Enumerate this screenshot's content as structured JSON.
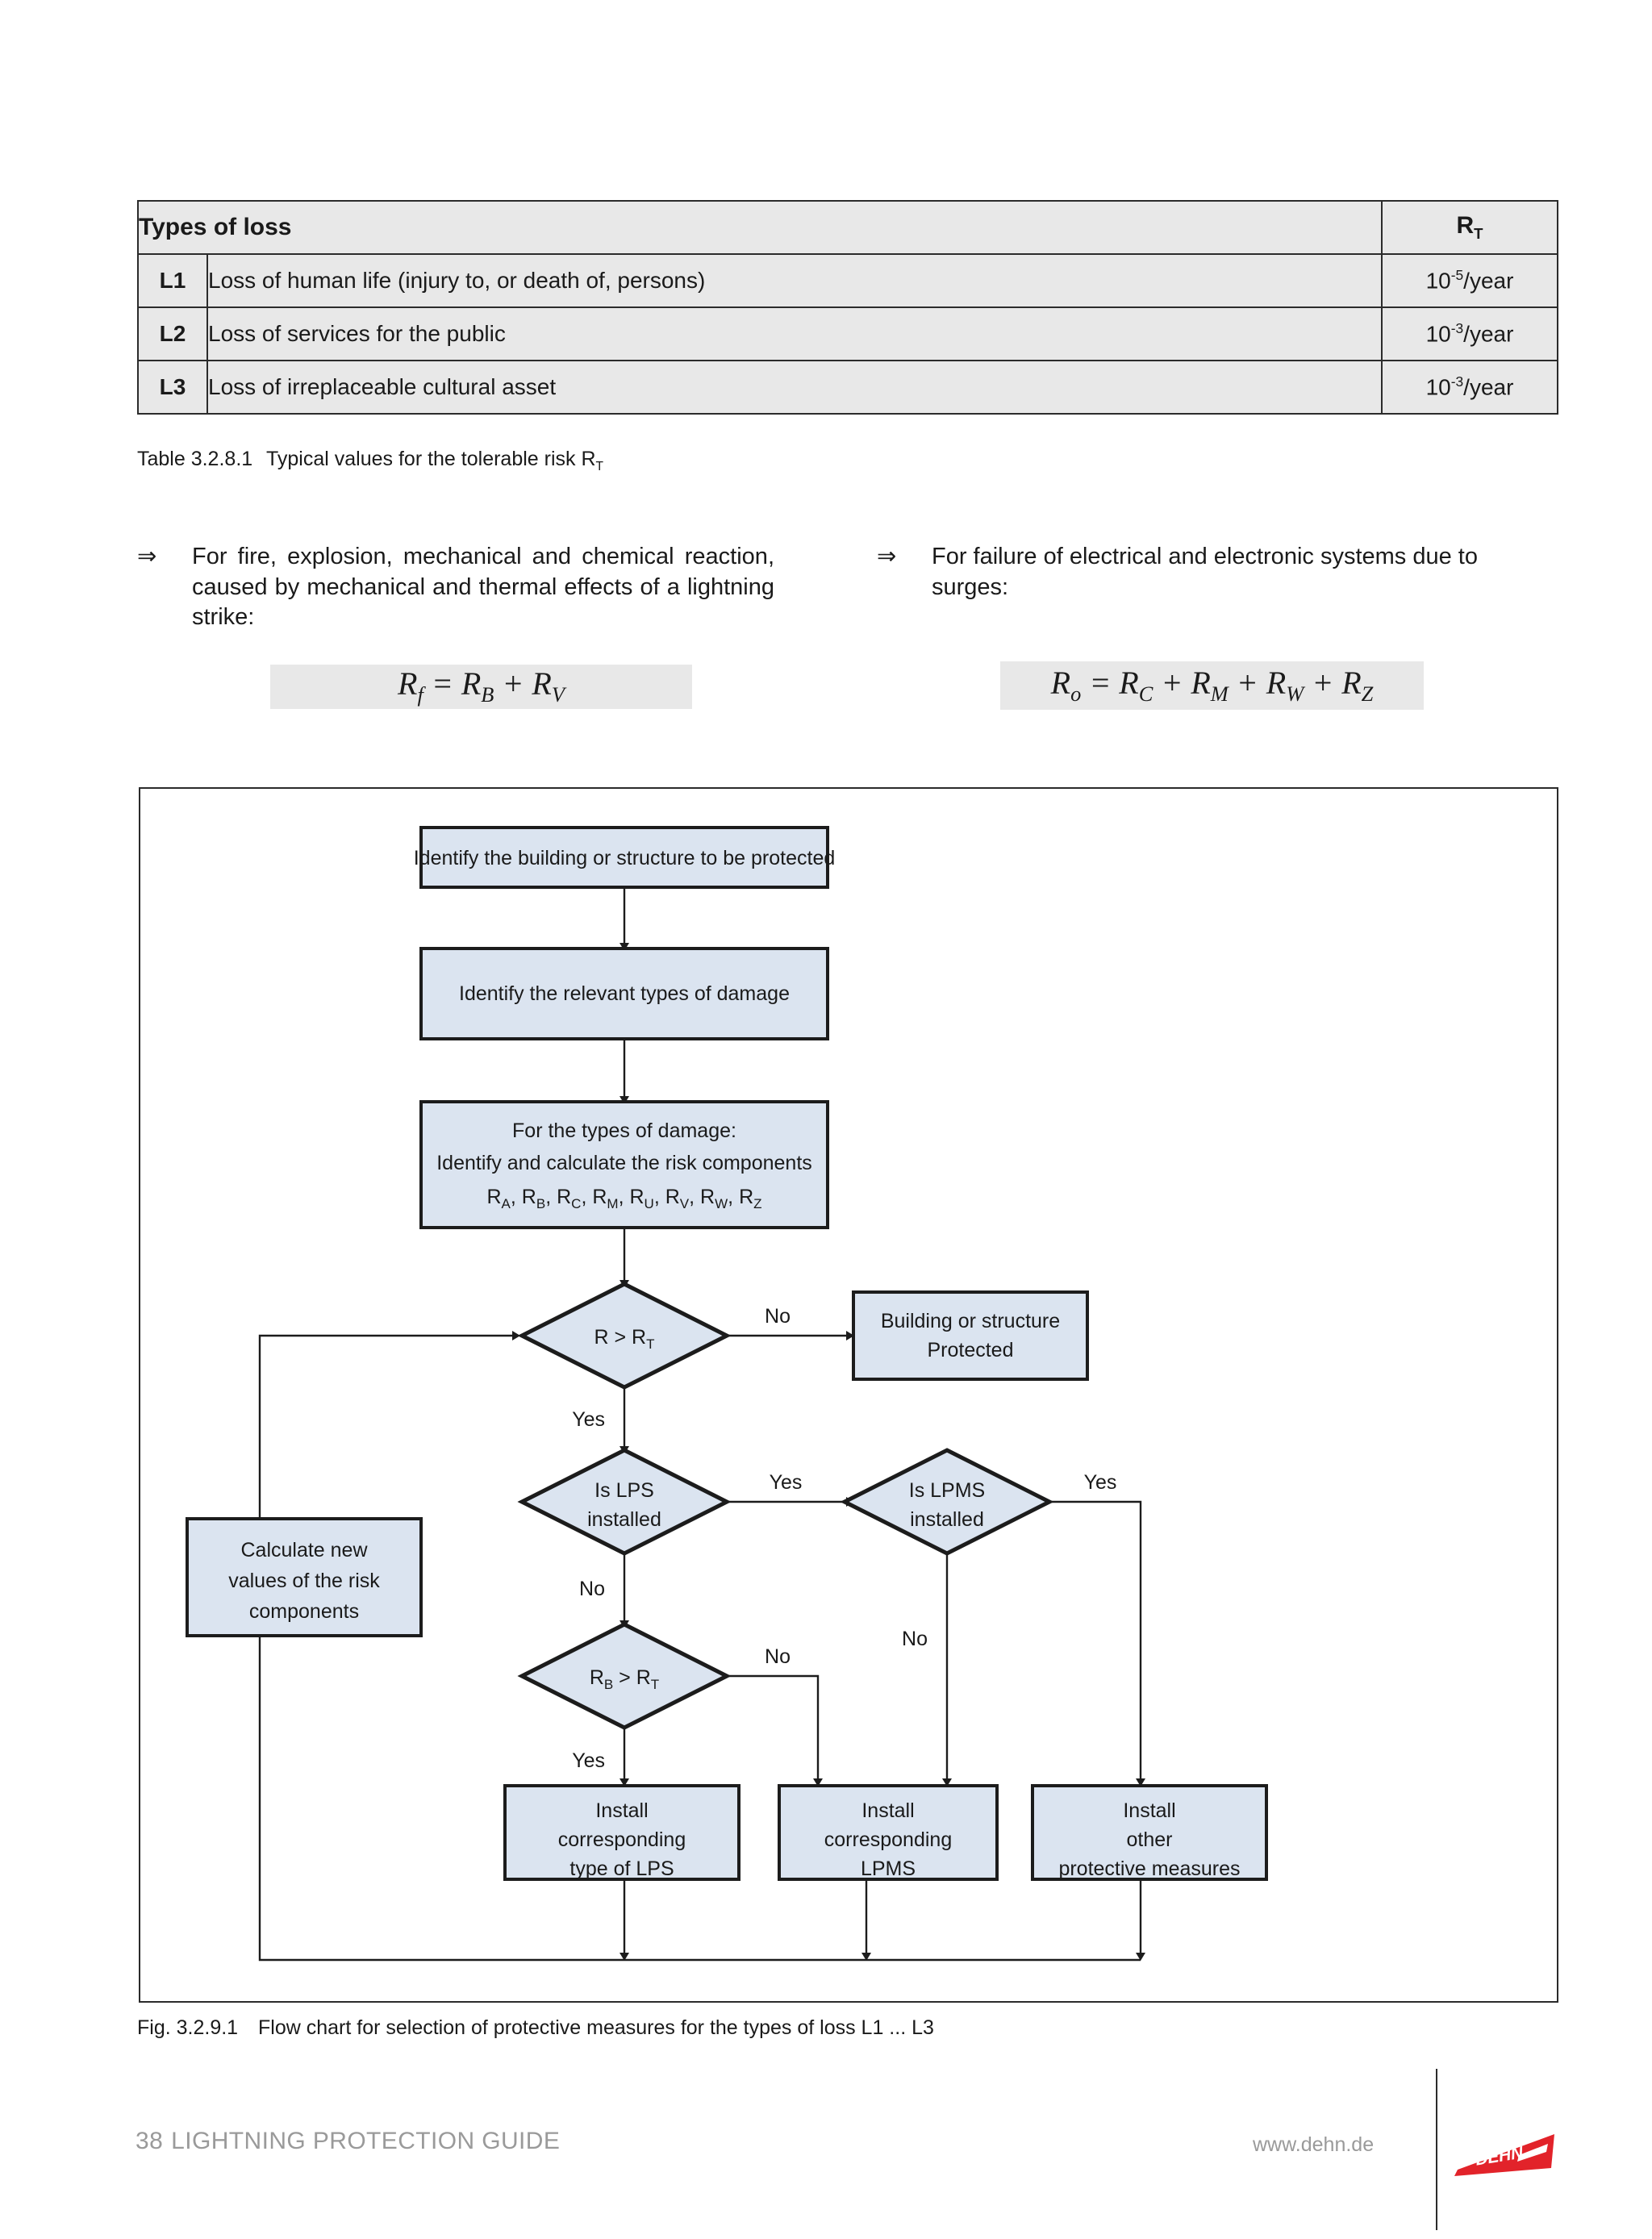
{
  "table": {
    "header": {
      "title": "Types of loss",
      "rt_label": "R",
      "rt_sub": "T"
    },
    "rows": [
      {
        "code": "L1",
        "description": "Loss of human life (injury to, or death of, persons)",
        "base": "10",
        "exponent": "-5",
        "unit": "/year"
      },
      {
        "code": "L2",
        "description": "Loss of services for the public",
        "base": "10",
        "exponent": "-3",
        "unit": "/year"
      },
      {
        "code": "L3",
        "description": "Loss of irreplaceable cultural asset",
        "base": "10",
        "exponent": "-3",
        "unit": "/year"
      }
    ],
    "caption_id": "Table 3.2.8.1",
    "caption_text": "Typical values for the tolerable risk R",
    "caption_sub": "T"
  },
  "bullets": [
    {
      "marker": "⇒",
      "text": "For fire, explosion, mechanical and chemical reaction, caused by mechanical and thermal effects of a lightning strike:",
      "formula": {
        "lhs": "R",
        "lhs_sub": "f",
        "rhs": "R B + R V"
      }
    },
    {
      "marker": "⇒",
      "text": "For failure of electrical and electronic systems due to surges:",
      "formula": {
        "lhs": "R",
        "lhs_sub": "o",
        "rhs": "R C + R M + R W + R Z"
      }
    }
  ],
  "flowchart": {
    "nodes": [
      {
        "id": "n1",
        "type": "process",
        "lines": [
          "Identify the building or structure to be protected"
        ]
      },
      {
        "id": "n2",
        "type": "process",
        "lines": [
          "Identify the relevant types of damage"
        ]
      },
      {
        "id": "n3",
        "type": "process",
        "lines": [
          "For the types of damage:",
          "Identify and calculate the risk components",
          "RA, RB, RC, RM, RU, RV, RW, RZ"
        ]
      },
      {
        "id": "d1",
        "type": "decision",
        "lines": [
          "R > RT"
        ]
      },
      {
        "id": "n4",
        "type": "process",
        "lines": [
          "Building or structure",
          "Protected"
        ]
      },
      {
        "id": "d2",
        "type": "decision",
        "lines": [
          "Is LPS",
          "installed"
        ]
      },
      {
        "id": "d3",
        "type": "decision",
        "lines": [
          "Is LPMS",
          "installed"
        ]
      },
      {
        "id": "n5",
        "type": "process",
        "lines": [
          "Calculate new",
          "values of the risk",
          "components"
        ]
      },
      {
        "id": "d4",
        "type": "decision",
        "lines": [
          "RB > RT"
        ]
      },
      {
        "id": "n6",
        "type": "process",
        "lines": [
          "Install",
          "corresponding",
          "type of LPS"
        ]
      },
      {
        "id": "n7",
        "type": "process",
        "lines": [
          "Install",
          "corresponding",
          "LPMS"
        ]
      },
      {
        "id": "n8",
        "type": "process",
        "lines": [
          "Install",
          "other",
          "protective measures"
        ]
      }
    ],
    "edge_labels": [
      "No",
      "Yes",
      "Yes",
      "Yes",
      "No",
      "No",
      "No",
      "Yes"
    ],
    "risk_components": [
      "RA",
      "RB",
      "RC",
      "RM",
      "RU",
      "RV",
      "RW",
      "RZ"
    ],
    "colors": {
      "node_fill": "#dbe4f0",
      "node_stroke": "#1c1c1c",
      "line": "#1c1c1c"
    },
    "caption_id": "Fig. 3.2.9.1",
    "caption_text": "Flow chart for selection of protective measures for the types of loss L1 ... L3"
  },
  "footer": {
    "page_number": "38",
    "guide_title": "LIGHTNING PROTECTION GUIDE",
    "url": "www.dehn.de",
    "logo_text": "DEHN",
    "logo_color": "#e2232a",
    "text_color": "#9a9a9a"
  }
}
